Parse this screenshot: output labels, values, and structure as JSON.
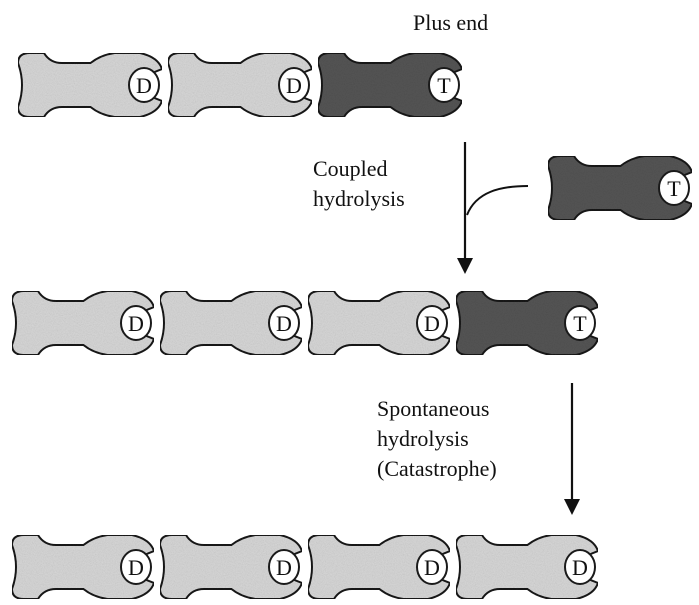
{
  "labels": {
    "plus_end": "Plus end",
    "coupled": "Coupled\nhydrolysis",
    "spontaneous": "Spontaneous\nhydrolysis\n(Catastrophe)"
  },
  "colors": {
    "gdp_subunit": "#d7d7d7",
    "gtp_subunit": "#555555",
    "outline": "#1a1a1a",
    "text": "#111111"
  },
  "rows": [
    {
      "name": "row-1",
      "subunits": [
        {
          "state": "GDP",
          "letter": "D"
        },
        {
          "state": "GDP",
          "letter": "D"
        },
        {
          "state": "GTP",
          "letter": "T"
        }
      ]
    },
    {
      "name": "incoming-dimer",
      "subunits": [
        {
          "state": "GTP",
          "letter": "T"
        }
      ]
    },
    {
      "name": "row-2",
      "subunits": [
        {
          "state": "GDP",
          "letter": "D"
        },
        {
          "state": "GDP",
          "letter": "D"
        },
        {
          "state": "GDP",
          "letter": "D"
        },
        {
          "state": "GTP",
          "letter": "T"
        }
      ]
    },
    {
      "name": "row-3",
      "subunits": [
        {
          "state": "GDP",
          "letter": "D"
        },
        {
          "state": "GDP",
          "letter": "D"
        },
        {
          "state": "GDP",
          "letter": "D"
        },
        {
          "state": "GDP",
          "letter": "D"
        }
      ]
    }
  ],
  "icons": [
    "down-arrow-icon",
    "curved-arrow-icon"
  ]
}
